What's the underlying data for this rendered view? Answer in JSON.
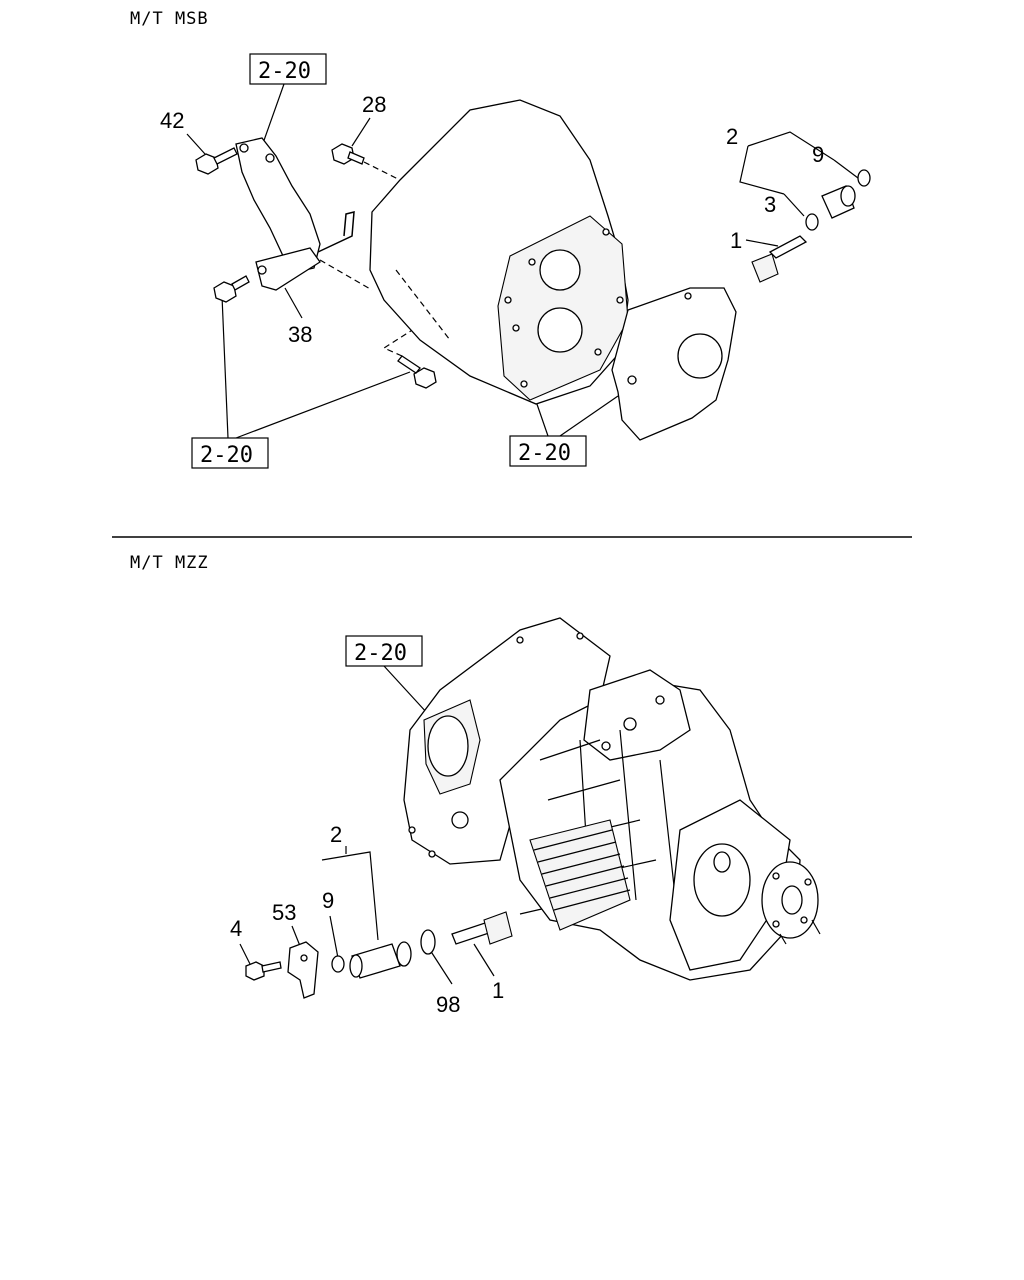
{
  "sections": [
    {
      "header": "M/T MSB",
      "refs": [
        "2-20",
        "2-20",
        "2-20"
      ],
      "callouts": [
        "42",
        "28",
        "38",
        "2",
        "9",
        "3",
        "1"
      ]
    },
    {
      "header": "M/T MZZ",
      "refs": [
        "2-20"
      ],
      "callouts": [
        "2",
        "9",
        "53",
        "4",
        "98",
        "1"
      ]
    }
  ]
}
